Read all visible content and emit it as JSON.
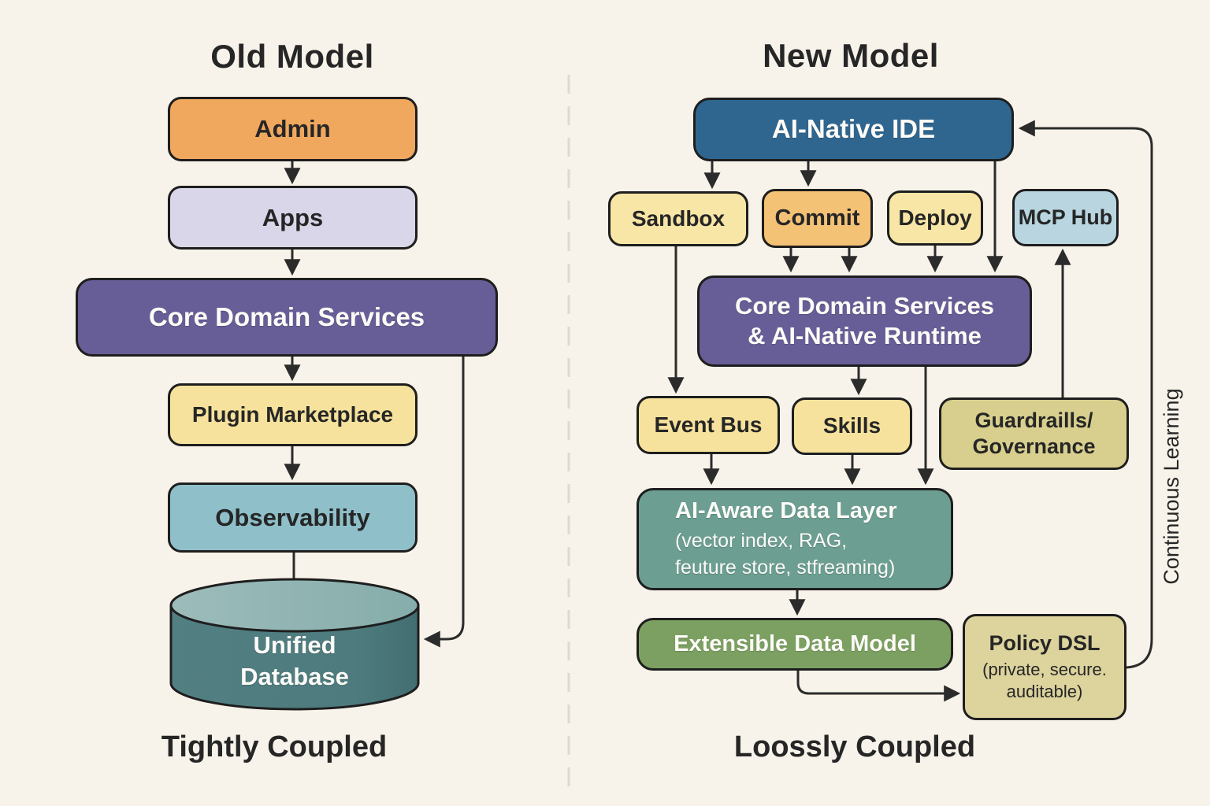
{
  "old_model": {
    "title": "Old Model",
    "caption": "Tightly Coupled",
    "nodes": {
      "admin": {
        "label": "Admin"
      },
      "apps": {
        "label": "Apps"
      },
      "core": {
        "label": "Core Domain Services"
      },
      "plugin": {
        "label": "Plugin Marketplace"
      },
      "observability": {
        "label": "Observability"
      },
      "database": {
        "line1": "Unified",
        "line2": "Database"
      }
    }
  },
  "new_model": {
    "title": "New Model",
    "caption": "Loossly Coupled",
    "loop_label": "Continuous Learning",
    "nodes": {
      "ide": {
        "label": "AI-Native IDE"
      },
      "sandbox": {
        "label": "Sandbox"
      },
      "commit": {
        "label": "Commit"
      },
      "deploy": {
        "label": "Deploy"
      },
      "mcp_hub": {
        "label": "MCP Hub"
      },
      "runtime": {
        "line1": "Core Domain Services",
        "line2": "& AI-Native Runtime"
      },
      "event_bus": {
        "label": "Event Bus"
      },
      "skills": {
        "label": "Skills"
      },
      "guardrails": {
        "line1": "Guardraills/",
        "line2": "Governance"
      },
      "data_layer": {
        "title": "AI-Aware Data Layer",
        "sub1": "(vector index, RAG,",
        "sub2": "feuture store, stfreaming)"
      },
      "extensible": {
        "label": "Extensible Data Model"
      },
      "policy": {
        "title": "Policy DSL",
        "sub1": "(private, secure.",
        "sub2": "auditable)"
      }
    }
  },
  "colors": {
    "c-admin": "#F0A85E",
    "c-apps": "#D9D6E9",
    "c-purple": "#685E97",
    "c-yellow": "#F6E29C",
    "c-yellow2": "#F8E6A6",
    "c-commit": "#F4C275",
    "c-obs": "#8FC0C9",
    "c-ide": "#2F6690",
    "c-mcp": "#B8D5E0",
    "c-olive": "#D8CF8E",
    "c-teal": "#6C9E92",
    "c-green": "#7CA061",
    "c-tan": "#DCD39D",
    "c-cyl-body": "#4E7B7E",
    "c-cyl-top": "#90B5B2"
  }
}
